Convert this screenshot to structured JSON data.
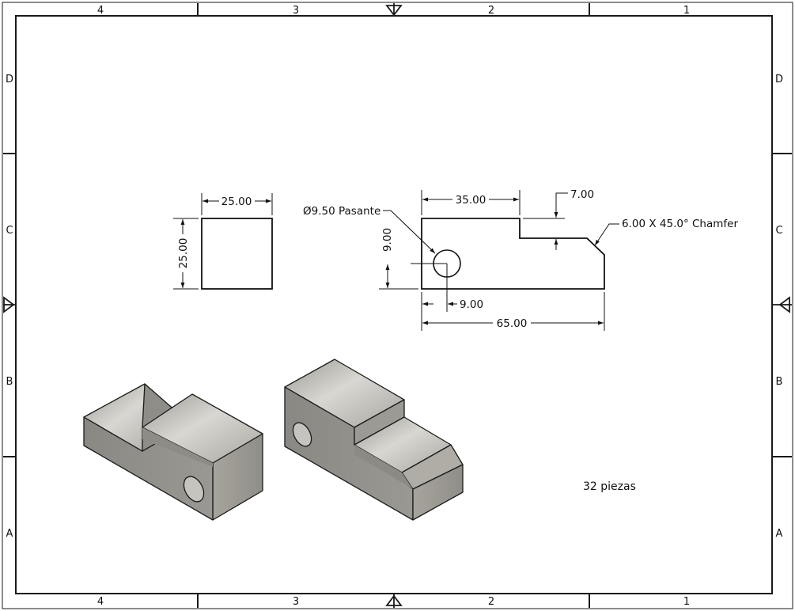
{
  "sheet": {
    "columns": [
      "4",
      "3",
      "2",
      "1"
    ],
    "rows": [
      "D",
      "C",
      "B",
      "A"
    ]
  },
  "views": {
    "left": {
      "width_dim": "25.00",
      "height_dim": "25.00"
    },
    "front": {
      "hole_note": "Ø9.50 Pasante",
      "step_length_dim": "35.00",
      "step_depth_dim": "7.00",
      "chamfer_note": "6.00 X 45.0° Chamfer",
      "hole_height_dim": "9.00",
      "hole_offset_dim": "9.00",
      "overall_length_dim": "65.00"
    }
  },
  "notes": {
    "quantity": "32 piezas"
  },
  "colors": {
    "line": "#111111",
    "sheet_border": "#1a1a1a",
    "iso_top": "#b4b1aa",
    "iso_front": "#8e8c86",
    "iso_side": "#a19e97"
  }
}
